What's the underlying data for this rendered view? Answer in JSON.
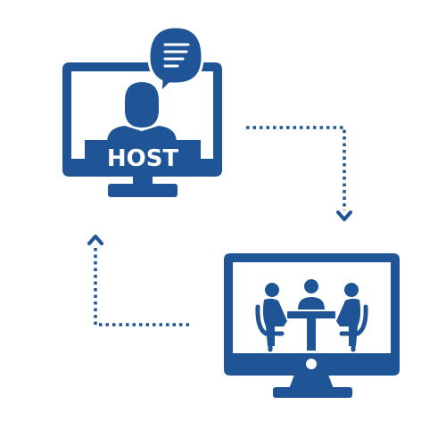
{
  "diagram": {
    "host_label": "HOST",
    "colors": {
      "primary": "#1f5596",
      "background": "#ffffff"
    },
    "nodes": [
      {
        "id": "host-monitor",
        "icon": "host-monitor-icon"
      },
      {
        "id": "meeting-monitor",
        "icon": "meeting-room-monitor-icon"
      }
    ],
    "edges": [
      {
        "from": "host-monitor",
        "to": "meeting-monitor",
        "style": "dotted",
        "arrow": "end"
      },
      {
        "from": "meeting-monitor",
        "to": "host-monitor",
        "style": "dotted",
        "arrow": "end"
      }
    ]
  }
}
